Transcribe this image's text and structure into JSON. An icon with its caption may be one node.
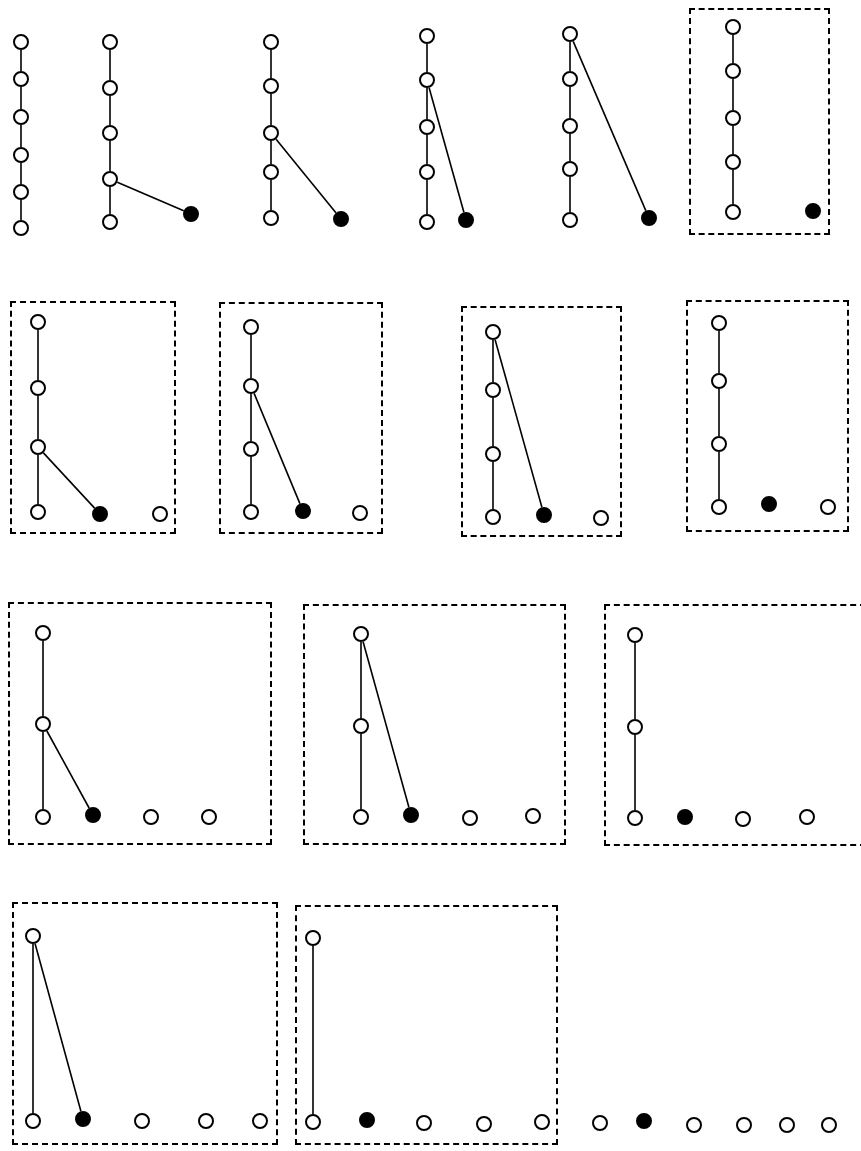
{
  "diagram": {
    "nodes": [
      {
        "text": [],
        "shape": "circle"
      },
      {
        "text": [],
        "shape": "circle"
      },
      {
        "text": [],
        "shape": "circle"
      },
      {
        "text": [],
        "shape": "circle"
      },
      {
        "text": [],
        "shape": "circle"
      },
      {
        "text": [],
        "shape": "circle"
      },
      {
        "text": [],
        "shape": "circle"
      },
      {
        "text": [],
        "shape": "circle"
      },
      {
        "text": [],
        "shape": "circle"
      },
      {
        "text": [],
        "shape": "circle"
      },
      {
        "text": [],
        "shape": "circle"
      },
      {
        "text": [],
        "shape": "dot"
      },
      {
        "text": [],
        "shape": "circle"
      },
      {
        "text": [],
        "shape": "circle"
      },
      {
        "text": [],
        "shape": "circle"
      },
      {
        "text": [],
        "shape": "circle"
      },
      {
        "text": [],
        "shape": "circle"
      },
      {
        "text": [],
        "shape": "dot"
      },
      {
        "text": [],
        "shape": "circle"
      },
      {
        "text": [],
        "shape": "circle"
      },
      {
        "text": [],
        "shape": "circle"
      },
      {
        "text": [],
        "shape": "circle"
      },
      {
        "text": [],
        "shape": "circle"
      },
      {
        "text": [],
        "shape": "dot"
      },
      {
        "text": [],
        "shape": "circle"
      },
      {
        "text": [],
        "shape": "circle"
      },
      {
        "text": [],
        "shape": "circle"
      },
      {
        "text": [],
        "shape": "circle"
      },
      {
        "text": [],
        "shape": "circle"
      },
      {
        "text": [],
        "shape": "dot"
      },
      {
        "text": [],
        "shape": "box"
      },
      {
        "text": [],
        "shape": "circle",
        "in": 30
      },
      {
        "text": [],
        "shape": "circle",
        "in": 30
      },
      {
        "text": [],
        "shape": "circle",
        "in": 30
      },
      {
        "text": [],
        "shape": "circle",
        "in": 30
      },
      {
        "text": [],
        "shape": "circle",
        "in": 30
      },
      {
        "text": [],
        "shape": "dot",
        "in": 30
      },
      {
        "text": [],
        "shape": "box"
      },
      {
        "text": [],
        "shape": "circle",
        "in": 37
      },
      {
        "text": [],
        "shape": "circle",
        "in": 37
      },
      {
        "text": [],
        "shape": "circle",
        "in": 37
      },
      {
        "text": [],
        "shape": "circle",
        "in": 37
      },
      {
        "text": [],
        "shape": "dot",
        "in": 37
      },
      {
        "text": [],
        "shape": "circle",
        "in": 37
      },
      {
        "text": [],
        "shape": "box"
      },
      {
        "text": [],
        "shape": "circle",
        "in": 44
      },
      {
        "text": [],
        "shape": "circle",
        "in": 44
      },
      {
        "text": [],
        "shape": "circle",
        "in": 44
      },
      {
        "text": [],
        "shape": "circle",
        "in": 44
      },
      {
        "text": [],
        "shape": "dot",
        "in": 44
      },
      {
        "text": [],
        "shape": "circle",
        "in": 44
      },
      {
        "text": [],
        "shape": "box"
      },
      {
        "text": [],
        "shape": "circle",
        "in": 51
      },
      {
        "text": [],
        "shape": "circle",
        "in": 51
      },
      {
        "text": [],
        "shape": "circle",
        "in": 51
      },
      {
        "text": [],
        "shape": "circle",
        "in": 51
      },
      {
        "text": [],
        "shape": "dot",
        "in": 51
      },
      {
        "text": [],
        "shape": "circle",
        "in": 51
      },
      {
        "text": [],
        "shape": "box"
      },
      {
        "text": [],
        "shape": "circle",
        "in": 58
      },
      {
        "text": [],
        "shape": "circle",
        "in": 58
      },
      {
        "text": [],
        "shape": "circle",
        "in": 58
      },
      {
        "text": [],
        "shape": "circle",
        "in": 58
      },
      {
        "text": [],
        "shape": "dot",
        "in": 58
      },
      {
        "text": [],
        "shape": "circle",
        "in": 58
      },
      {
        "text": [],
        "shape": "box"
      },
      {
        "text": [],
        "shape": "circle",
        "in": 65
      },
      {
        "text": [],
        "shape": "circle",
        "in": 65
      },
      {
        "text": [],
        "shape": "circle",
        "in": 65
      },
      {
        "text": [],
        "shape": "dot",
        "in": 65
      },
      {
        "text": [],
        "shape": "circle",
        "in": 65
      },
      {
        "text": [],
        "shape": "circle",
        "in": 65
      },
      {
        "text": [],
        "shape": "box"
      },
      {
        "text": [],
        "shape": "circle",
        "in": 72
      },
      {
        "text": [],
        "shape": "circle",
        "in": 72
      },
      {
        "text": [],
        "shape": "circle",
        "in": 72
      },
      {
        "text": [],
        "shape": "dot",
        "in": 72
      },
      {
        "text": [],
        "shape": "circle",
        "in": 72
      },
      {
        "text": [],
        "shape": "circle",
        "in": 72
      },
      {
        "text": [],
        "shape": "box"
      },
      {
        "text": [],
        "shape": "circle",
        "in": 79
      },
      {
        "text": [],
        "shape": "circle",
        "in": 79
      },
      {
        "text": [],
        "shape": "circle",
        "in": 79
      },
      {
        "text": [],
        "shape": "dot",
        "in": 79
      },
      {
        "text": [],
        "shape": "circle",
        "in": 79
      },
      {
        "text": [],
        "shape": "circle",
        "in": 79
      },
      {
        "text": [],
        "shape": "box"
      },
      {
        "text": [],
        "shape": "circle",
        "in": 86
      },
      {
        "text": [],
        "shape": "circle",
        "in": 86
      },
      {
        "text": [],
        "shape": "dot",
        "in": 86
      },
      {
        "text": [],
        "shape": "circle",
        "in": 86
      },
      {
        "text": [],
        "shape": "circle",
        "in": 86
      },
      {
        "text": [],
        "shape": "circle",
        "in": 86
      },
      {
        "text": [],
        "shape": "box"
      },
      {
        "text": [],
        "shape": "circle",
        "in": 93
      },
      {
        "text": [],
        "shape": "circle",
        "in": 93
      },
      {
        "text": [],
        "shape": "dot",
        "in": 93
      },
      {
        "text": [],
        "shape": "circle",
        "in": 93
      },
      {
        "text": [],
        "shape": "circle",
        "in": 93
      },
      {
        "text": [],
        "shape": "circle",
        "in": 93
      },
      {
        "text": [],
        "shape": "circle"
      },
      {
        "text": [],
        "shape": "dot"
      },
      {
        "text": [],
        "shape": "circle"
      },
      {
        "text": [],
        "shape": "circle"
      },
      {
        "text": [],
        "shape": "circle"
      },
      {
        "text": [],
        "shape": "circle"
      }
    ],
    "edges": [
      {
        "from": 0,
        "to": 1,
        "arrow": "none"
      },
      {
        "from": 1,
        "to": 2,
        "arrow": "none"
      },
      {
        "from": 2,
        "to": 3,
        "arrow": "none"
      },
      {
        "from": 3,
        "to": 4,
        "arrow": "none"
      },
      {
        "from": 4,
        "to": 5,
        "arrow": "none"
      },
      {
        "from": 6,
        "to": 7,
        "arrow": "none"
      },
      {
        "from": 7,
        "to": 8,
        "arrow": "none"
      },
      {
        "from": 8,
        "to": 9,
        "arrow": "none"
      },
      {
        "from": 9,
        "to": 10,
        "arrow": "none"
      },
      {
        "from": 9,
        "to": 11,
        "arrow": "none"
      },
      {
        "from": 12,
        "to": 13,
        "arrow": "none"
      },
      {
        "from": 13,
        "to": 14,
        "arrow": "none"
      },
      {
        "from": 14,
        "to": 15,
        "arrow": "none"
      },
      {
        "from": 15,
        "to": 16,
        "arrow": "none"
      },
      {
        "from": 14,
        "to": 17,
        "arrow": "none"
      },
      {
        "from": 18,
        "to": 19,
        "arrow": "none"
      },
      {
        "from": 19,
        "to": 20,
        "arrow": "none"
      },
      {
        "from": 20,
        "to": 21,
        "arrow": "none"
      },
      {
        "from": 21,
        "to": 22,
        "arrow": "none"
      },
      {
        "from": 19,
        "to": 23,
        "arrow": "none"
      },
      {
        "from": 24,
        "to": 25,
        "arrow": "none"
      },
      {
        "from": 25,
        "to": 26,
        "arrow": "none"
      },
      {
        "from": 26,
        "to": 27,
        "arrow": "none"
      },
      {
        "from": 27,
        "to": 28,
        "arrow": "none"
      },
      {
        "from": 24,
        "to": 29,
        "arrow": "none"
      },
      {
        "from": 31,
        "to": 32,
        "arrow": "none"
      },
      {
        "from": 32,
        "to": 33,
        "arrow": "none"
      },
      {
        "from": 33,
        "to": 34,
        "arrow": "none"
      },
      {
        "from": 34,
        "to": 35,
        "arrow": "none"
      },
      {
        "from": 38,
        "to": 39,
        "arrow": "none"
      },
      {
        "from": 39,
        "to": 40,
        "arrow": "none"
      },
      {
        "from": 40,
        "to": 41,
        "arrow": "none"
      },
      {
        "from": 40,
        "to": 42,
        "arrow": "none"
      },
      {
        "from": 45,
        "to": 46,
        "arrow": "none"
      },
      {
        "from": 46,
        "to": 47,
        "arrow": "none"
      },
      {
        "from": 47,
        "to": 48,
        "arrow": "none"
      },
      {
        "from": 46,
        "to": 49,
        "arrow": "none"
      },
      {
        "from": 52,
        "to": 53,
        "arrow": "none"
      },
      {
        "from": 53,
        "to": 54,
        "arrow": "none"
      },
      {
        "from": 54,
        "to": 55,
        "arrow": "none"
      },
      {
        "from": 52,
        "to": 56,
        "arrow": "none"
      },
      {
        "from": 59,
        "to": 60,
        "arrow": "none"
      },
      {
        "from": 60,
        "to": 61,
        "arrow": "none"
      },
      {
        "from": 61,
        "to": 62,
        "arrow": "none"
      },
      {
        "from": 66,
        "to": 67,
        "arrow": "none"
      },
      {
        "from": 67,
        "to": 68,
        "arrow": "none"
      },
      {
        "from": 67,
        "to": 69,
        "arrow": "none"
      },
      {
        "from": 73,
        "to": 74,
        "arrow": "none"
      },
      {
        "from": 74,
        "to": 75,
        "arrow": "none"
      },
      {
        "from": 73,
        "to": 76,
        "arrow": "none"
      },
      {
        "from": 80,
        "to": 81,
        "arrow": "none"
      },
      {
        "from": 81,
        "to": 82,
        "arrow": "none"
      },
      {
        "from": 87,
        "to": 88,
        "arrow": "none"
      },
      {
        "from": 87,
        "to": 89,
        "arrow": "none"
      },
      {
        "from": 94,
        "to": 95,
        "arrow": "none"
      }
    ]
  }
}
